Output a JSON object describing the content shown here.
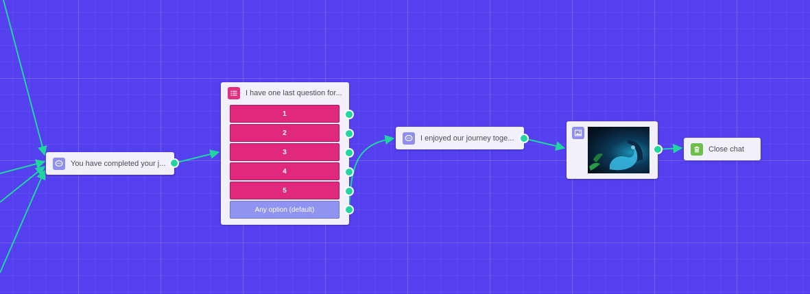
{
  "colors": {
    "canvas": "#5540ef",
    "connector": "#1fd6a0",
    "option_button": "#e0287c",
    "default_option": "#9093f0",
    "node_bg": "#f2f1fb"
  },
  "nodes": {
    "completed_message": {
      "icon": "chat-bubble-icon",
      "text": "You have completed your j..."
    },
    "question": {
      "icon": "list-icon",
      "text": "I have one last question for...",
      "options": [
        "1",
        "2",
        "3",
        "4",
        "5"
      ],
      "default_option": "Any option (default)"
    },
    "journey_message": {
      "icon": "chat-bubble-icon",
      "text": "I enjoyed our journey toge..."
    },
    "image_message": {
      "icon": "image-icon"
    },
    "close_chat": {
      "icon": "trash-icon",
      "text": "Close chat"
    }
  }
}
